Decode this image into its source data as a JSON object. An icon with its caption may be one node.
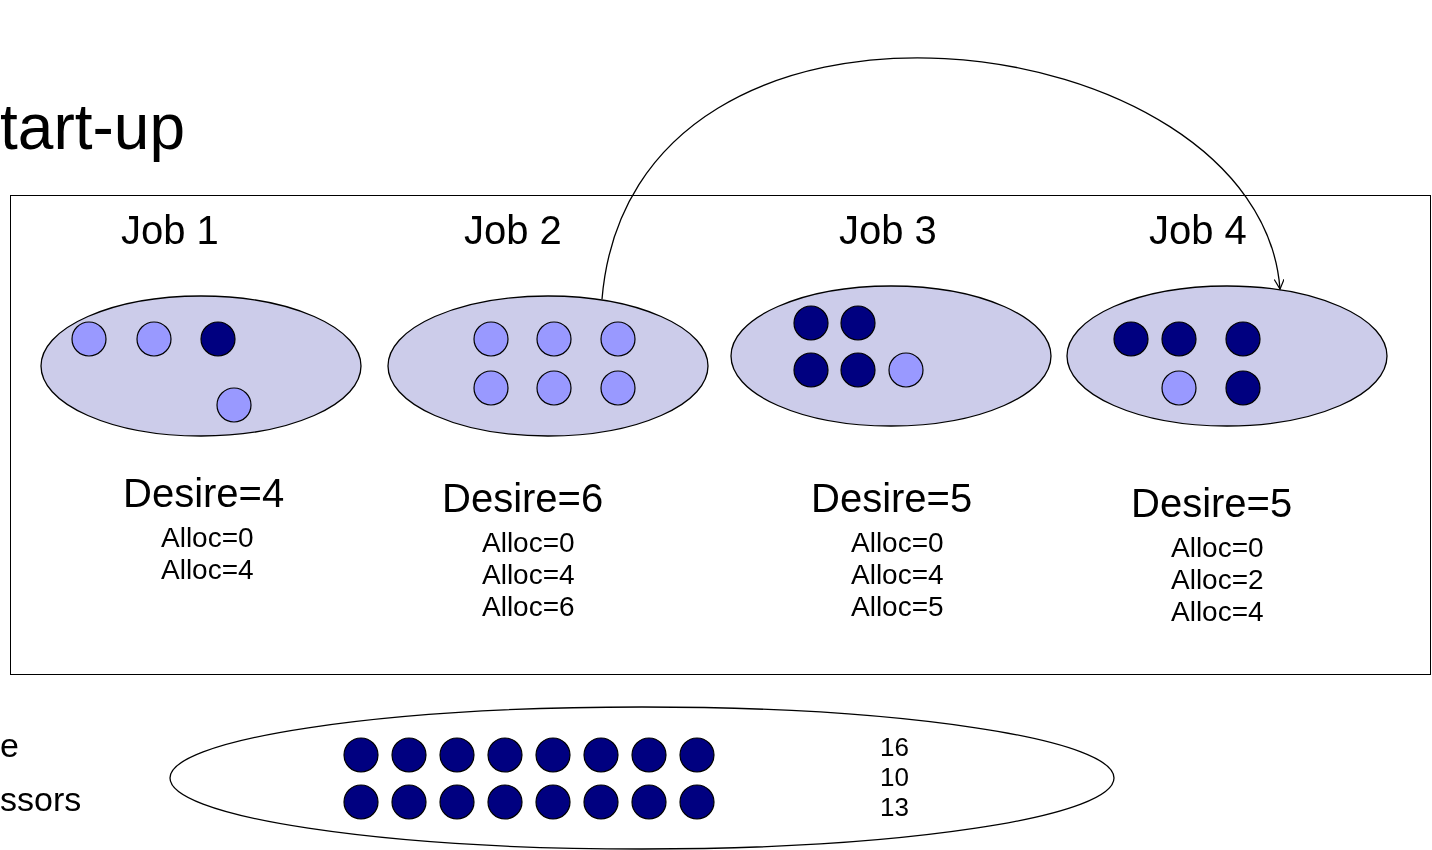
{
  "diagram": {
    "title": "tart-up",
    "nodes": [
      {
        "text": [],
        "shape": "box"
      },
      {
        "text": [
          "Job 1"
        ],
        "in": 0,
        "beside": [
          "Desire=4",
          "Alloc=0",
          "Alloc=4"
        ]
      },
      {
        "text": [
          "Job 2"
        ],
        "in": 0,
        "beside": [
          "Desire=6",
          "Alloc=0",
          "Alloc=4",
          "Alloc=6"
        ]
      },
      {
        "text": [
          "Job 3"
        ],
        "in": 0,
        "beside": [
          "Desire=5",
          "Alloc=0",
          "Alloc=4",
          "Alloc=5"
        ]
      },
      {
        "text": [
          "Job 4"
        ],
        "in": 0,
        "beside": [
          "Desire=5",
          "Alloc=0",
          "Alloc=2",
          "Alloc=4"
        ]
      },
      {
        "text": [
          "16",
          "10",
          "13"
        ]
      }
    ],
    "edges": [
      {
        "from": 2,
        "to": 4,
        "arrow": "to"
      }
    ],
    "labels": [
      "e ssors"
    ]
  }
}
